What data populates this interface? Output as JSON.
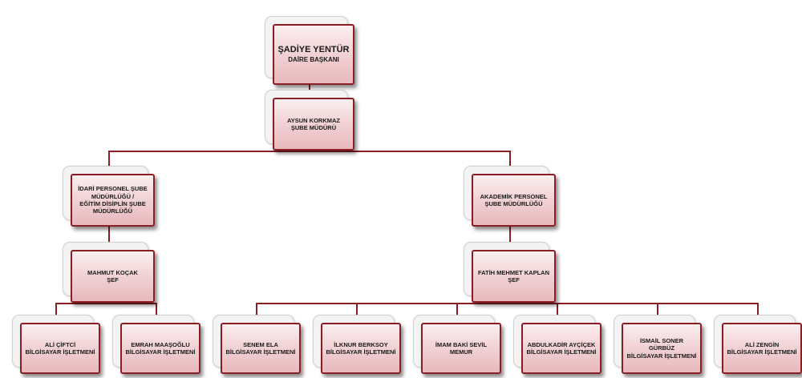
{
  "chart_data": {
    "type": "org-chart",
    "nodes": [
      {
        "id": "n1",
        "line1": "ŞADİYE YENTÜR",
        "line2": "DAİRE BAŞKANI",
        "parent": null
      },
      {
        "id": "n2",
        "line1": "AYSUN KORKMAZ",
        "line2": "ŞUBE MÜDÜRÜ",
        "parent": "n1"
      },
      {
        "id": "n3",
        "line1": "İDARİ PERSONEL ŞUBE MÜDÜRLÜĞÜ /",
        "line2": "EĞİTİM DİSİPLİN ŞUBE MÜDÜRLÜĞÜ",
        "parent": "n2"
      },
      {
        "id": "n4",
        "line1": "AKADEMİK PERSONEL",
        "line2": "ŞUBE MÜDÜRLÜĞÜ",
        "parent": "n2"
      },
      {
        "id": "n5",
        "line1": "MAHMUT KOÇAK",
        "line2": "ŞEF",
        "parent": "n3"
      },
      {
        "id": "n6",
        "line1": "FATİH MEHMET KAPLAN",
        "line2": "ŞEF",
        "parent": "n4"
      },
      {
        "id": "n7",
        "line1": "ALİ ÇİFTCİ",
        "line2": "BİLGİSAYAR İŞLETMENİ",
        "parent": "n5"
      },
      {
        "id": "n8",
        "line1": "EMRAH MAAŞOĞLU",
        "line2": "BİLGİSAYAR İŞLETMENİ",
        "parent": "n5"
      },
      {
        "id": "n9",
        "line1": "SENEM ELA",
        "line2": "BİLGİSAYAR İŞLETMENİ",
        "parent": "n6"
      },
      {
        "id": "n10",
        "line1": "İLKNUR BERKSOY",
        "line2": "BİLGİSAYAR İŞLETMENİ",
        "parent": "n6"
      },
      {
        "id": "n11",
        "line1": "İMAM BAKİ SEVİL",
        "line2": "MEMUR",
        "parent": "n6"
      },
      {
        "id": "n12",
        "line1": "ABDULKADİR AYÇİÇEK",
        "line2": "BİLGİSAYAR İŞLETMENİ",
        "parent": "n6"
      },
      {
        "id": "n13",
        "line1": "İSMAİL SONER GÜRBÜZ",
        "line2": "BİLGİSAYAR İŞLETMENİ",
        "parent": "n6"
      },
      {
        "id": "n14",
        "line1": "ALİ ZENGİN",
        "line2": "BİLGİSAYAR İŞLETMENİ",
        "parent": "n6"
      }
    ]
  },
  "colors": {
    "connector": "#8b1e24",
    "box_border": "#8b1e24",
    "box_fill_top": "#fbeff0",
    "box_fill_bottom": "#e7b8bc",
    "shadow_card": "#f3f3f3"
  }
}
